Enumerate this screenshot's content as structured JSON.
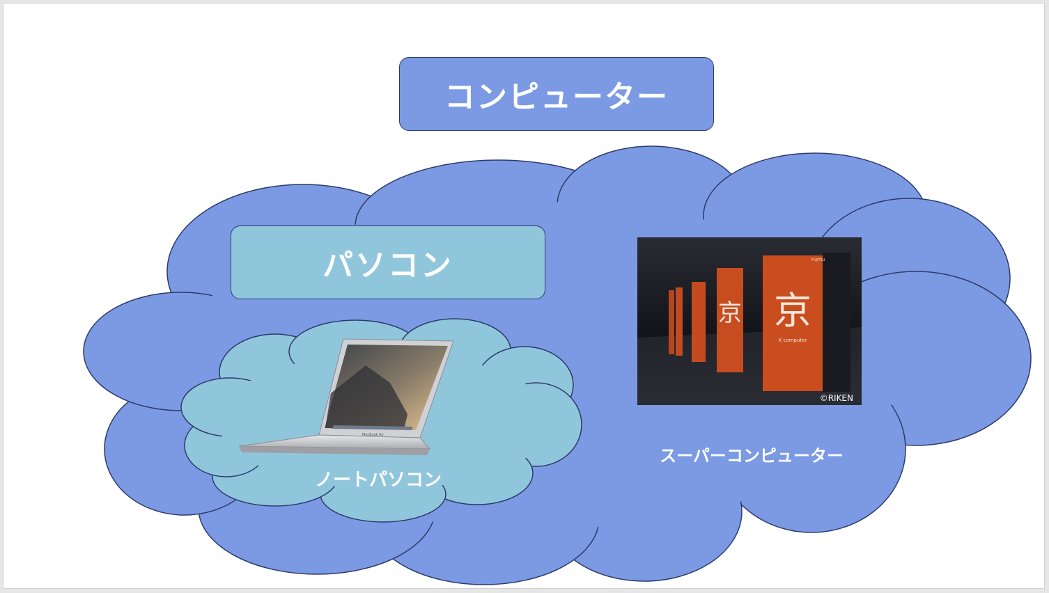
{
  "diagram": {
    "title": "コンピューター",
    "pc_label": "パソコン",
    "laptop_label": "ノートパソコン",
    "supercomputer_label": "スーパーコンピューター",
    "photo_credit": "©RIKEN",
    "photo_kanji": "京",
    "photo_caption": "K computer",
    "photo_brand": "FUJITSU",
    "laptop_brand": "MacBook Air"
  },
  "colors": {
    "outer_cloud": "#7b9ae3",
    "inner_cloud": "#8fc6dc",
    "outline": "#2d3a6b",
    "text": "#ffffff"
  }
}
